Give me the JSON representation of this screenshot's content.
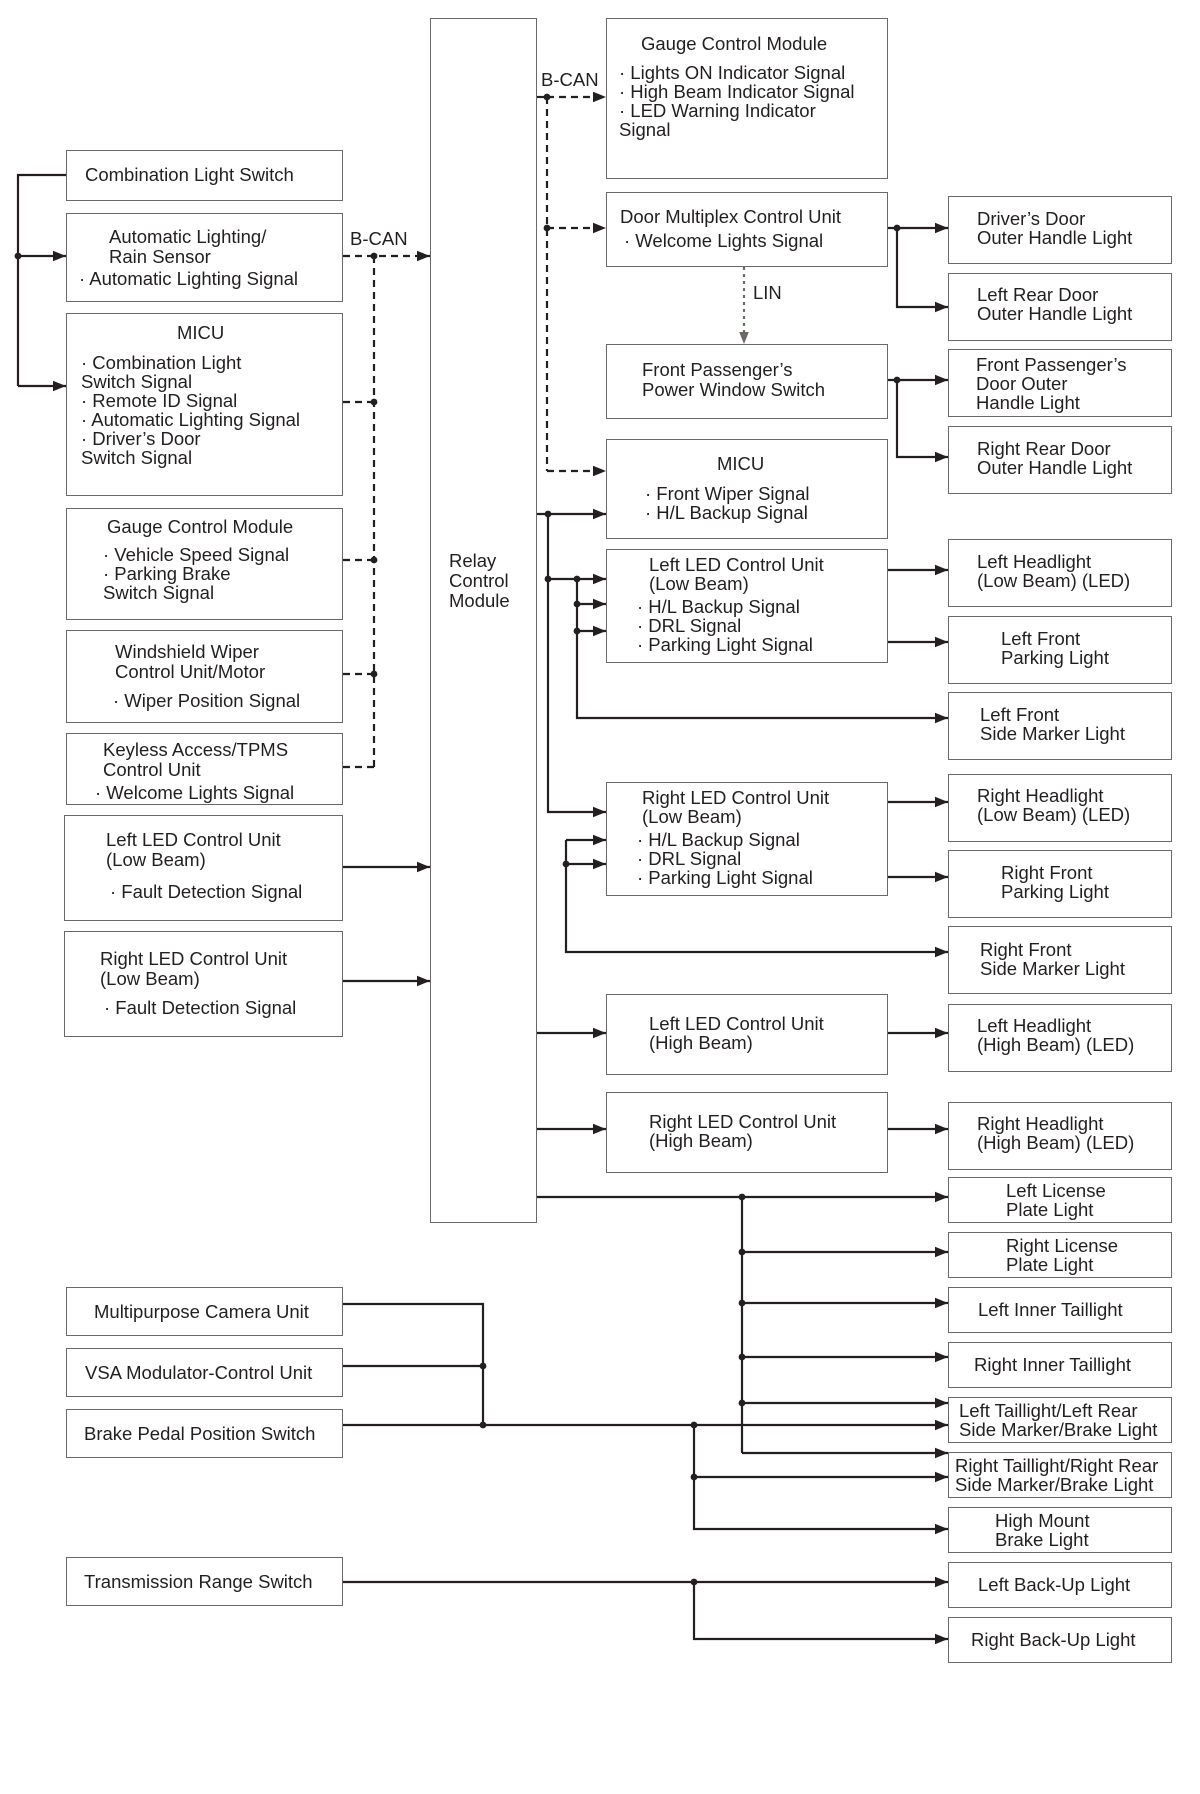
{
  "labels": {
    "bcan_top": "B-CAN",
    "bcan_left": "B-CAN",
    "lin": "LIN"
  },
  "inputs": {
    "combination_light_switch": [
      "Combination Light Switch"
    ],
    "auto_lighting_rain_sensor": [
      "Automatic Lighting/",
      "Rain Sensor",
      "· Automatic Lighting Signal"
    ],
    "micu_left": [
      "MICU",
      "· Combination Light",
      "Switch Signal",
      "· Remote ID Signal",
      "· Automatic Lighting Signal",
      "· Driver’s Door",
      "Switch Signal"
    ],
    "gauge_control_left": [
      "Gauge Control Module",
      "· Vehicle Speed Signal",
      "· Parking Brake",
      "Switch Signal"
    ],
    "windshield_wiper": [
      "Windshield Wiper",
      "Control Unit/Motor",
      "· Wiper Position Signal"
    ],
    "keyless_access": [
      "Keyless Access/TPMS",
      "Control Unit",
      "· Welcome Lights Signal"
    ],
    "left_led_low_in": [
      "Left LED Control Unit",
      "(Low Beam)",
      "· Fault Detection Signal"
    ],
    "right_led_low_in": [
      "Right LED Control Unit",
      "(Low Beam)",
      "· Fault Detection Signal"
    ],
    "multipurpose_camera": [
      "Multipurpose Camera Unit"
    ],
    "vsa_modulator": [
      "VSA Modulator-Control Unit"
    ],
    "brake_pedal_switch": [
      "Brake Pedal Position Switch"
    ],
    "transmission_range_switch": [
      "Transmission Range Switch"
    ]
  },
  "relay": [
    "Relay",
    "Control",
    "Module"
  ],
  "middle": {
    "gauge_control_right": [
      "Gauge Control Module",
      "· Lights ON Indicator Signal",
      "· High Beam Indicator Signal",
      "· LED Warning Indicator",
      "Signal"
    ],
    "door_multiplex": [
      "Door Multiplex Control Unit",
      "· Welcome Lights Signal"
    ],
    "front_pass_window": [
      "Front Passenger’s",
      "Power Window Switch"
    ],
    "micu_right": [
      "MICU",
      "· Front Wiper Signal",
      "· H/L Backup Signal"
    ],
    "left_led_low_out": [
      "Left LED Control Unit",
      "(Low Beam)",
      "· H/L Backup Signal",
      "· DRL Signal",
      "· Parking Light Signal"
    ],
    "right_led_low_out": [
      "Right LED Control Unit",
      "(Low Beam)",
      "· H/L Backup Signal",
      "· DRL Signal",
      "· Parking Light Signal"
    ],
    "left_led_high": [
      "Left LED Control Unit",
      "(High Beam)"
    ],
    "right_led_high": [
      "Right LED Control Unit",
      "(High Beam)"
    ]
  },
  "outputs": {
    "drivers_door_handle": [
      "Driver’s Door",
      "Outer Handle Light"
    ],
    "left_rear_door_handle": [
      "Left Rear Door",
      "Outer Handle Light"
    ],
    "front_pass_door_handle": [
      "Front Passenger’s",
      "Door Outer",
      "Handle Light"
    ],
    "right_rear_door_handle": [
      "Right Rear Door",
      "Outer Handle Light"
    ],
    "left_headlight_low": [
      "Left Headlight",
      "(Low Beam) (LED)"
    ],
    "left_front_parking": [
      "Left Front",
      "Parking Light"
    ],
    "left_front_side_marker": [
      "Left Front",
      "Side Marker Light"
    ],
    "right_headlight_low": [
      "Right Headlight",
      "(Low Beam) (LED)"
    ],
    "right_front_parking": [
      "Right Front",
      "Parking Light"
    ],
    "right_front_side_marker": [
      "Right Front",
      "Side Marker Light"
    ],
    "left_headlight_high": [
      "Left Headlight",
      "(High Beam) (LED)"
    ],
    "right_headlight_high": [
      "Right Headlight",
      "(High Beam) (LED)"
    ],
    "left_license_plate": [
      "Left License",
      "Plate Light"
    ],
    "right_license_plate": [
      "Right License",
      "Plate Light"
    ],
    "left_inner_taillight": [
      "Left Inner Taillight"
    ],
    "right_inner_taillight": [
      "Right Inner Taillight"
    ],
    "left_taillight_combo": [
      "Left Taillight/Left Rear",
      "Side Marker/Brake Light"
    ],
    "right_taillight_combo": [
      "Right Taillight/Right Rear",
      "Side Marker/Brake Light"
    ],
    "high_mount_brake": [
      "High Mount",
      "Brake Light"
    ],
    "left_backup_light": [
      "Left Back-Up Light"
    ],
    "right_backup_light": [
      "Right Back-Up Light"
    ]
  }
}
